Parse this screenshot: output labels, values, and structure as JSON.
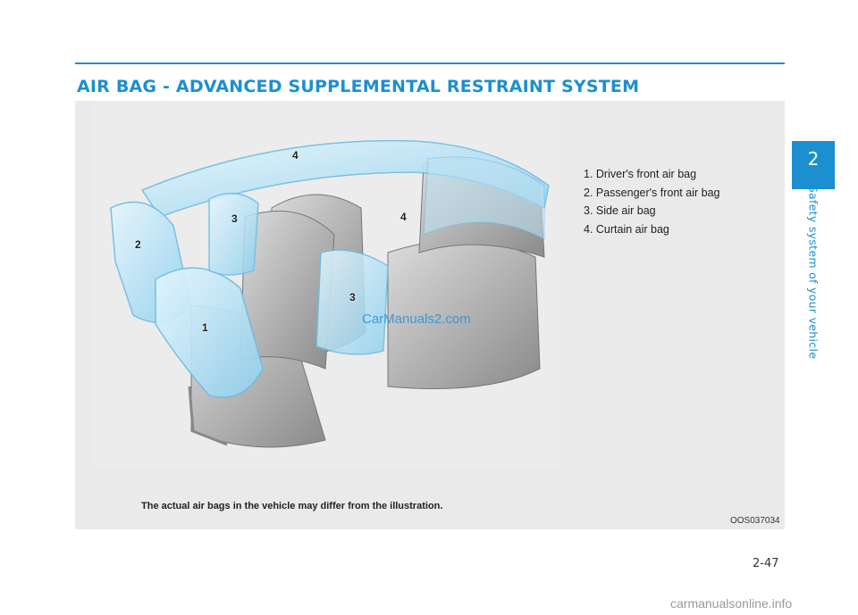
{
  "section": {
    "title": "AIR BAG - ADVANCED SUPPLEMENTAL RESTRAINT SYSTEM"
  },
  "figure": {
    "callouts": [
      "4",
      "3",
      "4",
      "2",
      "3",
      "1"
    ],
    "legend": [
      "1. Driver's front air bag",
      "2. Passenger's front air bag",
      "3. Side air bag",
      "4. Curtain air bag"
    ],
    "caption": "The actual air bags in the vehicle may differ from the illustration.",
    "code": "OOS037034",
    "watermark": "CarManuals2.com"
  },
  "chapter": {
    "number": "2",
    "title": "Safety system of your vehicle"
  },
  "footer": {
    "page_number": "2-47",
    "url": "carmanualsonline.info"
  },
  "colors": {
    "accent": "#1b8fd0",
    "airbag": "#bfe4f4"
  }
}
